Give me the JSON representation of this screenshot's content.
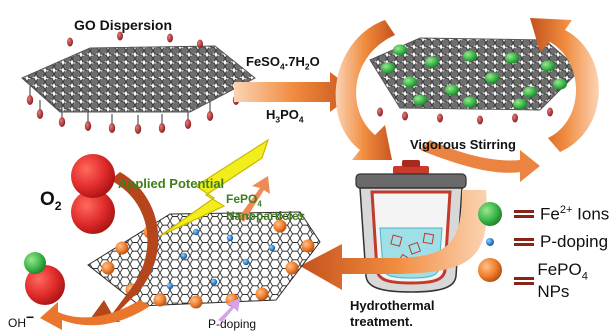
{
  "labels": {
    "go_dispersion": "GO Dispersion",
    "reagent_feso4": "FeSO",
    "reagent_feso4_sub": "4",
    "reagent_feso4_tail": ".7H",
    "reagent_feso4_sub2": "2",
    "reagent_feso4_end": "O",
    "reagent_h3po4": "H",
    "reagent_h3po4_sub": "3",
    "reagent_h3po4_mid": "PO",
    "reagent_h3po4_sub2": "4",
    "vigorous_stirring": "Vigorous Stirring",
    "applied_potential": "Applied Potential",
    "o2": "O",
    "o2_sub": "2",
    "fepo4_np_line1": "FePO",
    "fepo4_np_sub": "4",
    "fepo4_np_line2": "Nanoparticles",
    "oh": "OH",
    "oh_sup": "−",
    "p_doping_bottom": "P-doping",
    "hydrothermal_line1": "Hydrothermal",
    "hydrothermal_line2": "treatment."
  },
  "legend": [
    {
      "text": "Fe",
      "sup": "2+",
      "tail": " Ions",
      "color": "#3cb84a"
    },
    {
      "text": "P-doping",
      "sup": "",
      "tail": "",
      "color": "#2f86d6"
    },
    {
      "text": "FePO",
      "sub": "4",
      "tail": " NPs",
      "color": "#ee7d2b"
    }
  ],
  "colors": {
    "arrow_orange": "#e9762c",
    "arrow_dark": "#b5461b",
    "bolt_yellow": "#f2ee1c",
    "red_sphere": "#e02b2b",
    "green_sphere": "#3cb84a",
    "label_green": "#3e7f1a",
    "bar_red": "#8a2418"
  },
  "icons": [
    "graphene-sheet-icon",
    "lightning-bolt-icon",
    "autoclave-reactor-icon",
    "circular-arrow-icon",
    "molecule-sphere-icon"
  ]
}
